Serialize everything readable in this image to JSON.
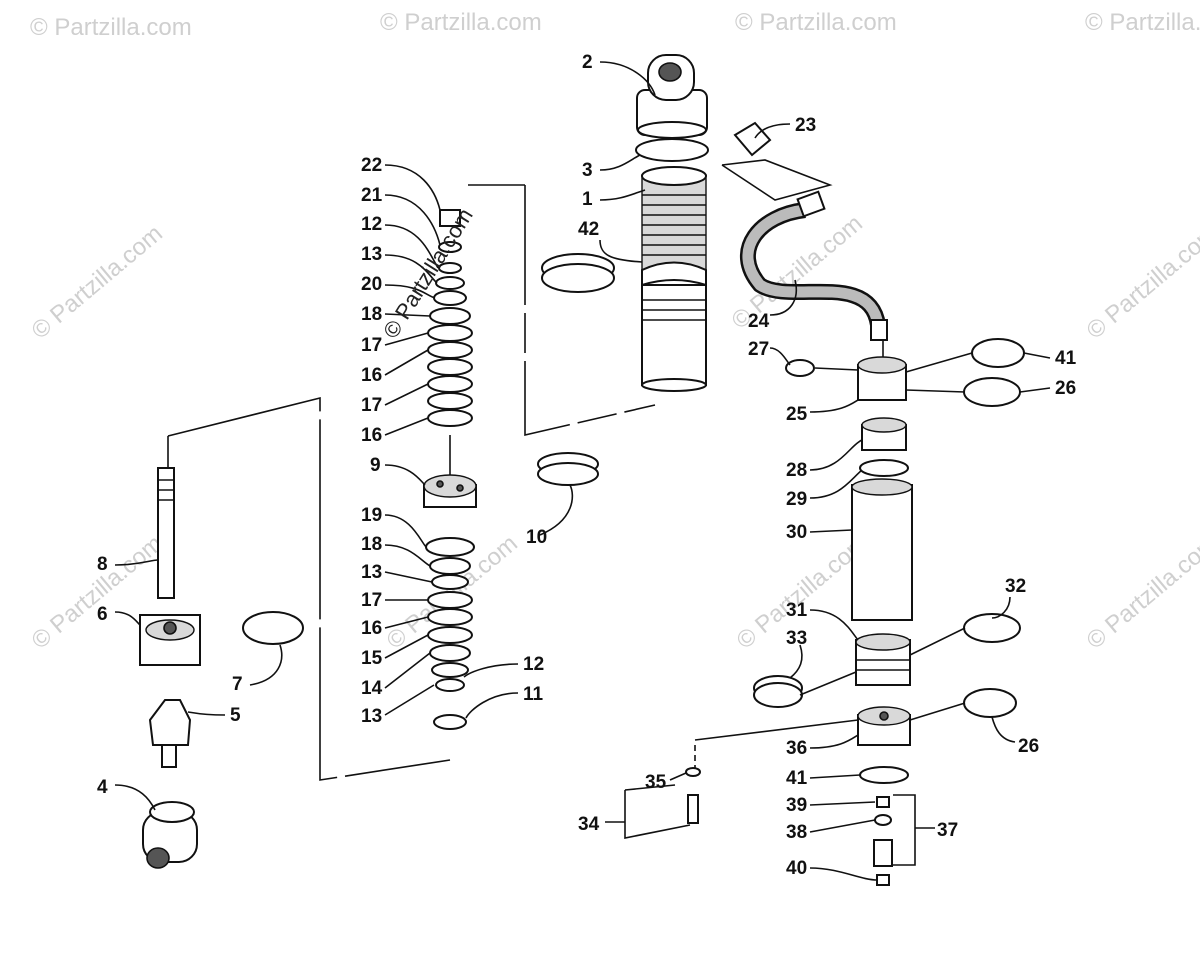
{
  "watermarks": [
    "© Partzilla.com"
  ],
  "callouts": [
    {
      "id": "c1",
      "text": "1"
    },
    {
      "id": "c2",
      "text": "2"
    },
    {
      "id": "c3",
      "text": "3"
    },
    {
      "id": "c4",
      "text": "4"
    },
    {
      "id": "c5",
      "text": "5"
    },
    {
      "id": "c6",
      "text": "6"
    },
    {
      "id": "c7",
      "text": "7"
    },
    {
      "id": "c8",
      "text": "8"
    },
    {
      "id": "c9",
      "text": "9"
    },
    {
      "id": "c10",
      "text": "10"
    },
    {
      "id": "c11",
      "text": "11"
    },
    {
      "id": "c12a",
      "text": "12"
    },
    {
      "id": "c12b",
      "text": "12"
    },
    {
      "id": "c13a",
      "text": "13"
    },
    {
      "id": "c13b",
      "text": "13"
    },
    {
      "id": "c13c",
      "text": "13"
    },
    {
      "id": "c14",
      "text": "14"
    },
    {
      "id": "c15",
      "text": "15"
    },
    {
      "id": "c16a",
      "text": "16"
    },
    {
      "id": "c16b",
      "text": "16"
    },
    {
      "id": "c16c",
      "text": "16"
    },
    {
      "id": "c17a",
      "text": "17"
    },
    {
      "id": "c17b",
      "text": "17"
    },
    {
      "id": "c17c",
      "text": "17"
    },
    {
      "id": "c18a",
      "text": "18"
    },
    {
      "id": "c18b",
      "text": "18"
    },
    {
      "id": "c19",
      "text": "19"
    },
    {
      "id": "c20",
      "text": "20"
    },
    {
      "id": "c21",
      "text": "21"
    },
    {
      "id": "c22",
      "text": "22"
    },
    {
      "id": "c23",
      "text": "23"
    },
    {
      "id": "c24",
      "text": "24"
    },
    {
      "id": "c25",
      "text": "25"
    },
    {
      "id": "c26a",
      "text": "26"
    },
    {
      "id": "c26b",
      "text": "26"
    },
    {
      "id": "c27",
      "text": "27"
    },
    {
      "id": "c28",
      "text": "28"
    },
    {
      "id": "c29",
      "text": "29"
    },
    {
      "id": "c30",
      "text": "30"
    },
    {
      "id": "c31",
      "text": "31"
    },
    {
      "id": "c32",
      "text": "32"
    },
    {
      "id": "c33",
      "text": "33"
    },
    {
      "id": "c34",
      "text": "34"
    },
    {
      "id": "c35",
      "text": "35"
    },
    {
      "id": "c36",
      "text": "36"
    },
    {
      "id": "c37",
      "text": "37"
    },
    {
      "id": "c38",
      "text": "38"
    },
    {
      "id": "c39",
      "text": "39"
    },
    {
      "id": "c40",
      "text": "40"
    },
    {
      "id": "c41a",
      "text": "41"
    },
    {
      "id": "c41b",
      "text": "41"
    },
    {
      "id": "c42",
      "text": "42"
    }
  ]
}
